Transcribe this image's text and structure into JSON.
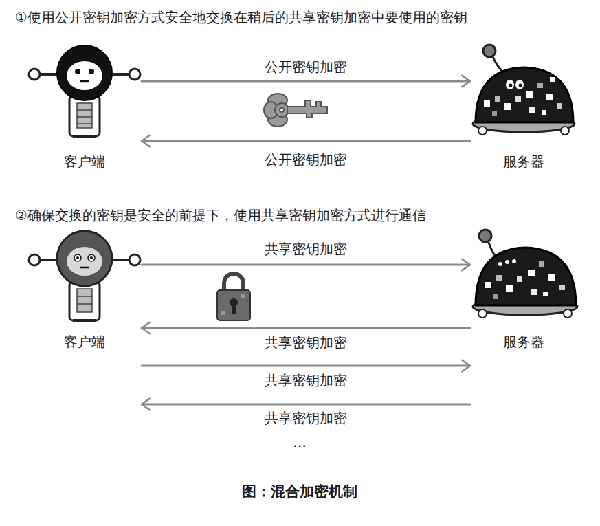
{
  "diagram": {
    "caption": "图：混合加密机制",
    "nodes": [
      {
        "text": [
          "客户端"
        ]
      },
      {
        "text": [
          "服务器"
        ]
      },
      {
        "text": [
          "客户端"
        ]
      },
      {
        "text": [
          "服务器"
        ]
      }
    ],
    "edges": [
      {
        "from": 0,
        "to": 1,
        "arrow": "to",
        "label": "公开密钥加密"
      },
      {
        "from": 1,
        "to": 0,
        "arrow": "to",
        "label": "公开密钥加密"
      },
      {
        "from": 2,
        "to": 3,
        "arrow": "to",
        "label": "共享密钥加密"
      },
      {
        "from": 3,
        "to": 2,
        "arrow": "to",
        "label": "共享密钥加密"
      },
      {
        "from": 2,
        "to": 3,
        "arrow": "to",
        "label": "共享密钥加密"
      },
      {
        "from": 3,
        "to": 2,
        "arrow": "to",
        "label": "共享密钥加密"
      }
    ],
    "labels": [
      "①使用公开密钥加密方式安全地交换在稍后的共享密钥加密中要使用的密钥",
      "②确保交换的密钥是安全的前提下，使用共享密钥加密方式进行通信",
      "…"
    ]
  }
}
